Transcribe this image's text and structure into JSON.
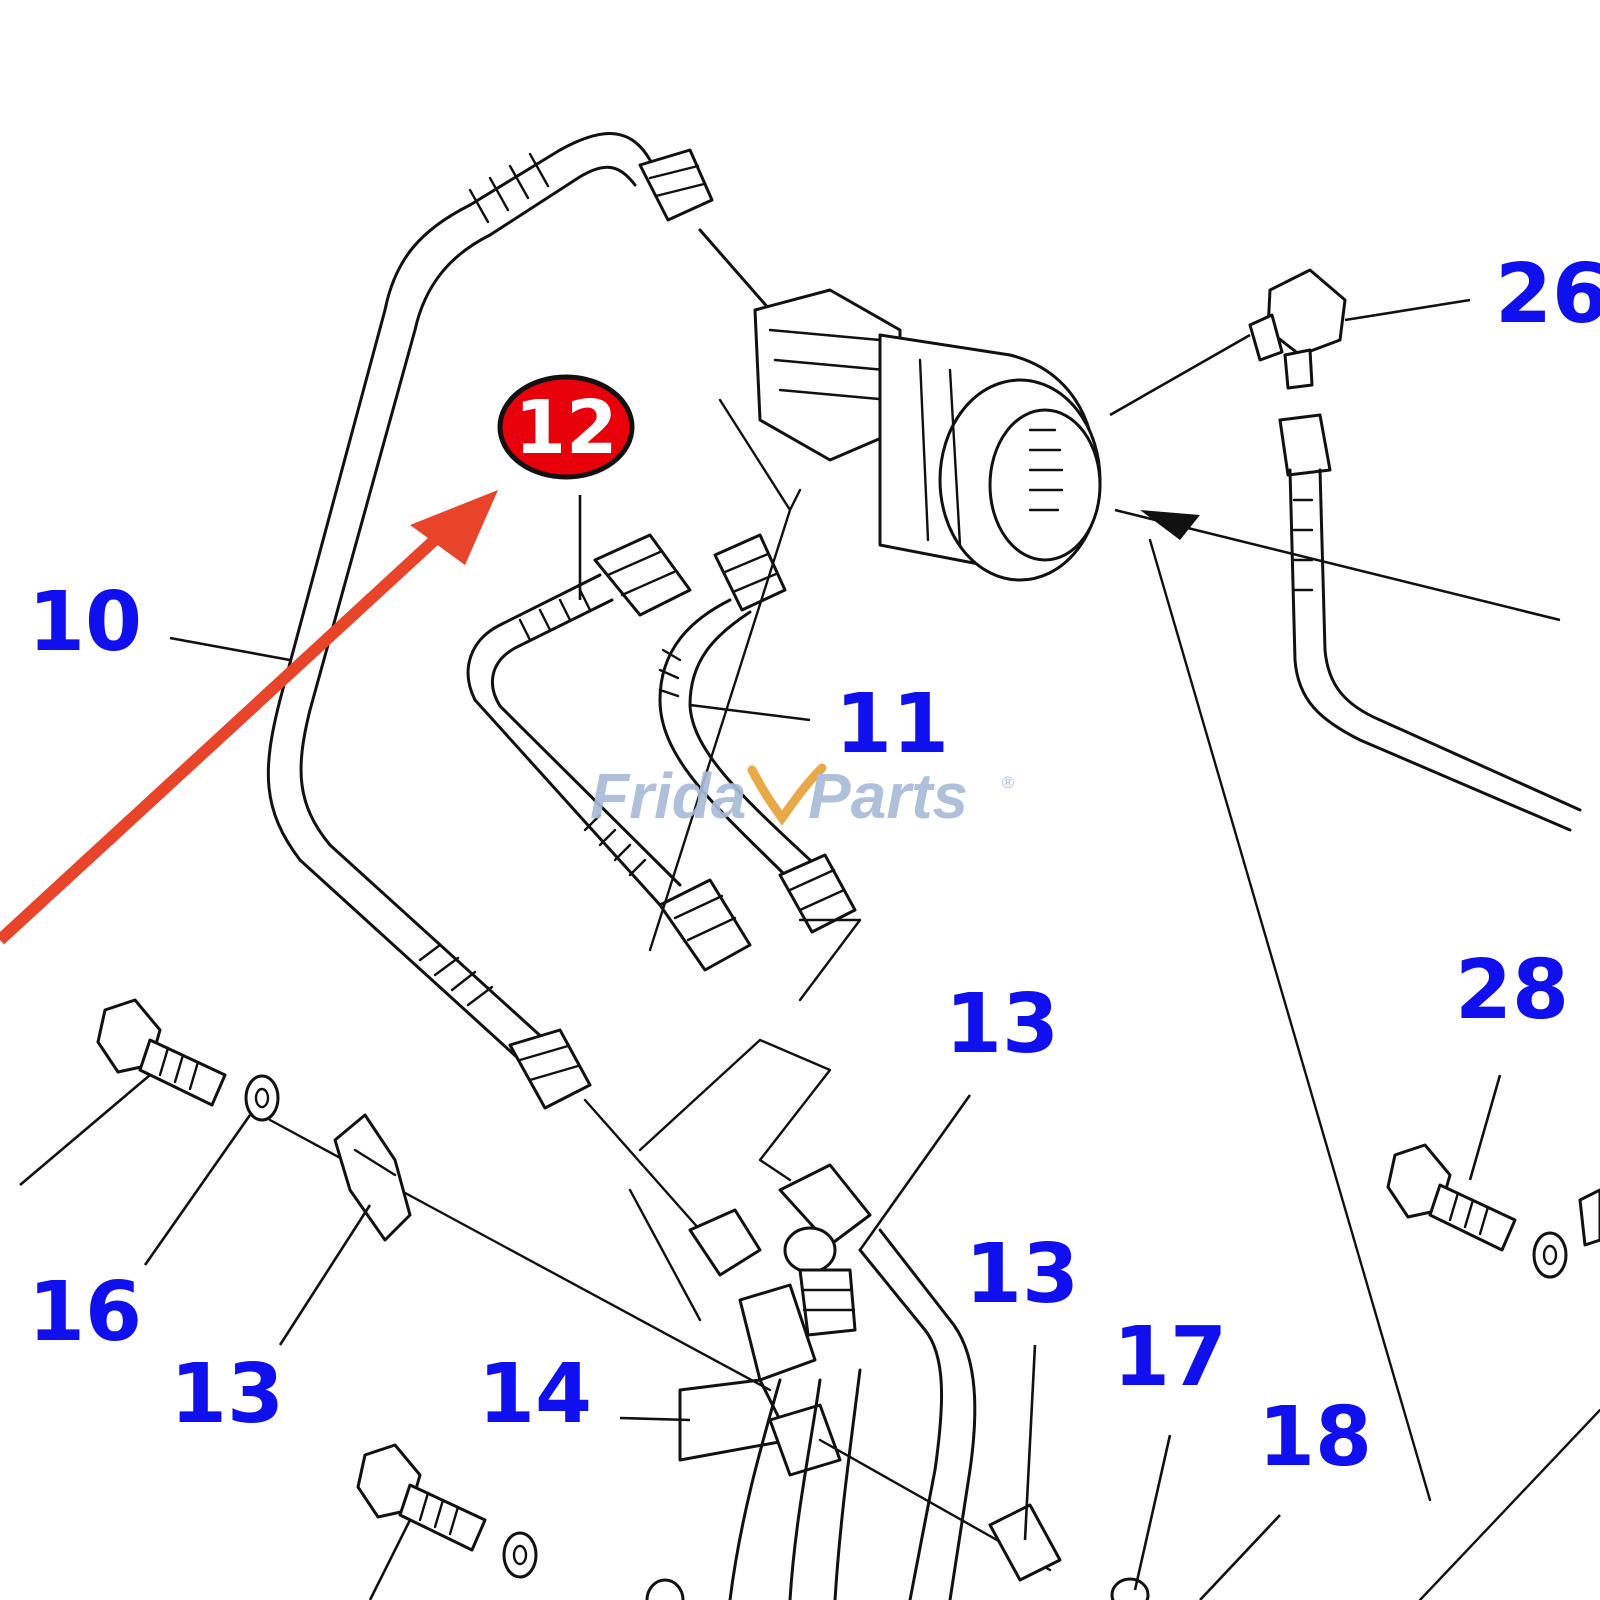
{
  "colors": {
    "callout": "#1010ee",
    "highlight_fill": "#e8000b",
    "arrow": "#e8442a",
    "watermark": "#a9bbd8",
    "watermark_accent": "#e8a23a",
    "line": "#111111"
  },
  "highlight": {
    "label": "12"
  },
  "callouts": [
    "26",
    "10",
    "11",
    "28",
    "13",
    "13",
    "16",
    "13",
    "14",
    "17",
    "18"
  ],
  "watermark": {
    "text_left": "Frida",
    "text_right": "Parts",
    "mark": "®"
  }
}
